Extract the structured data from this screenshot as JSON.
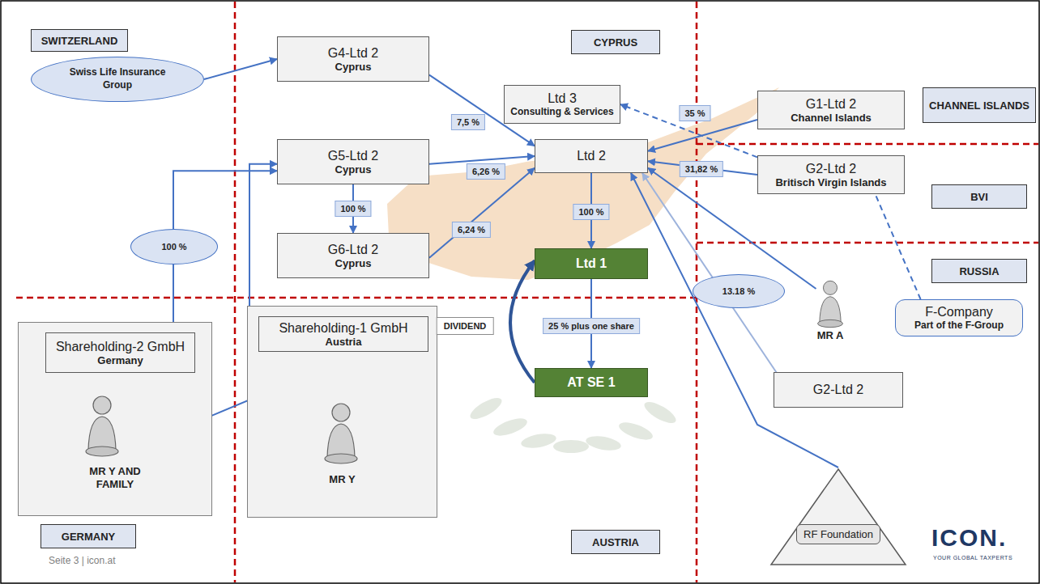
{
  "diagram": {
    "nodes": [
      {
        "text": [
          "SWITZERLAND"
        ]
      },
      {
        "text": [
          "CYPRUS"
        ]
      },
      {
        "text": [
          "Swiss Life Insurance Group"
        ]
      },
      {
        "text": [
          "G4-Ltd 2",
          "Cyprus"
        ]
      },
      {
        "text": [
          "Ltd 3",
          "Consulting & Services"
        ]
      },
      {
        "text": [
          "G1-Ltd 2",
          "Channel Islands"
        ]
      },
      {
        "text": [
          "CHANNEL ISLANDS"
        ]
      },
      {
        "text": [
          "G5-Ltd 2",
          "Cyprus"
        ]
      },
      {
        "text": [
          "Ltd 2"
        ]
      },
      {
        "text": [
          "G2-Ltd 2",
          "Britisch Virgin Islands"
        ]
      },
      {
        "text": [
          "BVI"
        ]
      },
      {
        "text": [
          "G6-Ltd 2",
          "Cyprus"
        ]
      },
      {
        "text": [
          "Ltd 1"
        ]
      },
      {
        "text": [
          "RUSSIA"
        ]
      },
      {
        "text": [
          "MR Y AND FAMILY"
        ]
      },
      {
        "text": [
          "Shareholding-2 GmbH",
          "Germany"
        ],
        "in": 14
      },
      {
        "text": [
          "MR Y"
        ]
      },
      {
        "text": [
          "Shareholding-1 GmbH",
          "Austria"
        ],
        "in": 16
      },
      {
        "text": [
          "AT SE 1"
        ]
      },
      {
        "text": [
          "MR A"
        ]
      },
      {
        "text": [
          "F-Company",
          "Part of the F-Group"
        ]
      },
      {
        "text": [
          "G2-Ltd 2"
        ]
      },
      {
        "text": [
          "RF Foundation"
        ]
      },
      {
        "text": [
          "GERMANY"
        ]
      },
      {
        "text": [
          "AUSTRIA"
        ]
      }
    ],
    "edges": [
      {
        "from": 2,
        "to": 3,
        "arrow": "to"
      },
      {
        "from": 3,
        "to": 8,
        "label": "7,5 %",
        "arrow": "to"
      },
      {
        "from": 7,
        "to": 8,
        "label": "6,26 %",
        "arrow": "to"
      },
      {
        "from": 7,
        "to": 11,
        "label": "100 %",
        "arrow": "to"
      },
      {
        "from": 11,
        "to": 8,
        "label": "6,24 %",
        "arrow": "to"
      },
      {
        "from": 5,
        "to": 8,
        "label": "35 %",
        "arrow": "to"
      },
      {
        "from": 9,
        "to": 4,
        "arrow": "to"
      },
      {
        "from": 9,
        "to": 8,
        "label": "31,82 %",
        "arrow": "to"
      },
      {
        "from": 20,
        "to": 9,
        "arrow": "none"
      },
      {
        "from": 8,
        "to": 12,
        "label": "100 %",
        "arrow": "to"
      },
      {
        "from": 12,
        "to": 18,
        "label": "25 % plus one share",
        "arrow": "to"
      },
      {
        "from": 18,
        "to": 12,
        "label": "DIVIDEND",
        "arrow": "to"
      },
      {
        "from": 19,
        "to": 8,
        "arrow": "to"
      },
      {
        "from": 21,
        "to": 8,
        "label": "13.18 %",
        "arrow": "to"
      },
      {
        "from": 22,
        "to": 8,
        "arrow": "to"
      },
      {
        "from": 14,
        "to": 7,
        "label": "100 %",
        "arrow": "to"
      },
      {
        "from": 17,
        "to": 7,
        "arrow": "to"
      },
      {
        "from": 14,
        "to": 17,
        "arrow": "to"
      },
      {
        "from": 16,
        "to": 17,
        "arrow": "to"
      }
    ],
    "labels": [
      "Seite 3 | icon.at",
      "ICON.",
      "YOUR GLOBAL TAXPERTS"
    ]
  }
}
